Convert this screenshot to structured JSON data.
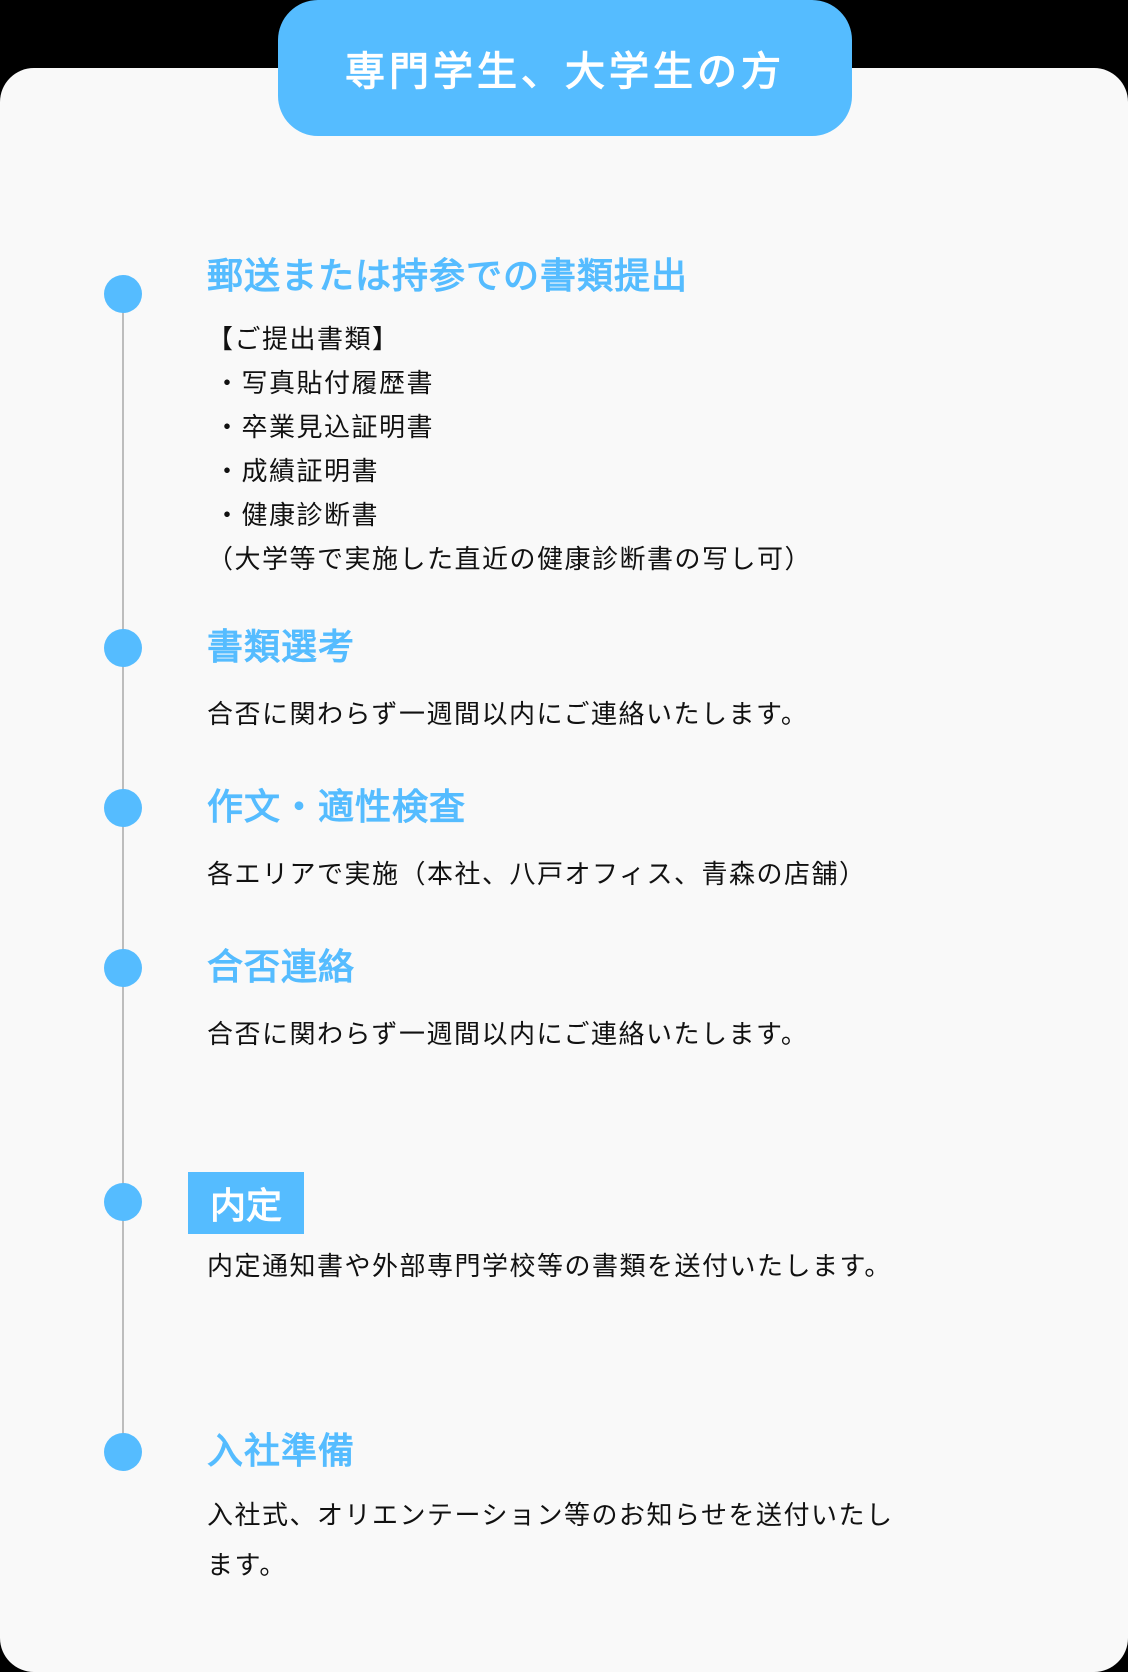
{
  "header": {
    "title": "専門学生、大学生の方"
  },
  "colors": {
    "accent": "#55bcff",
    "timeline": "#bdbdbd",
    "text": "#111111",
    "card": "#f9f9f9"
  },
  "steps": [
    {
      "title": "郵送または持参での書類提出",
      "docs_heading": "【ご提出書類】",
      "docs": [
        "・写真貼付履歴書",
        "・卒業見込証明書",
        "・成績証明書",
        "・健康診断書"
      ],
      "note": "（大学等で実施した直近の健康診断書の写し可）"
    },
    {
      "title": "書類選考",
      "body": "合否に関わらず一週間以内にご連絡いたします。"
    },
    {
      "title": "作文・適性検査",
      "body": "各エリアで実施（本社、八戸オフィス、青森の店舗）"
    },
    {
      "title": "合否連絡",
      "body": "合否に関わらず一週間以内にご連絡いたします。"
    },
    {
      "title": "内定",
      "body": "内定通知書や外部専門学校等の書類を送付いたします。"
    },
    {
      "title": "入社準備",
      "body_line1": "入社式、オリエンテーション等のお知らせを送付いたし",
      "body_line2": "ます。"
    }
  ]
}
